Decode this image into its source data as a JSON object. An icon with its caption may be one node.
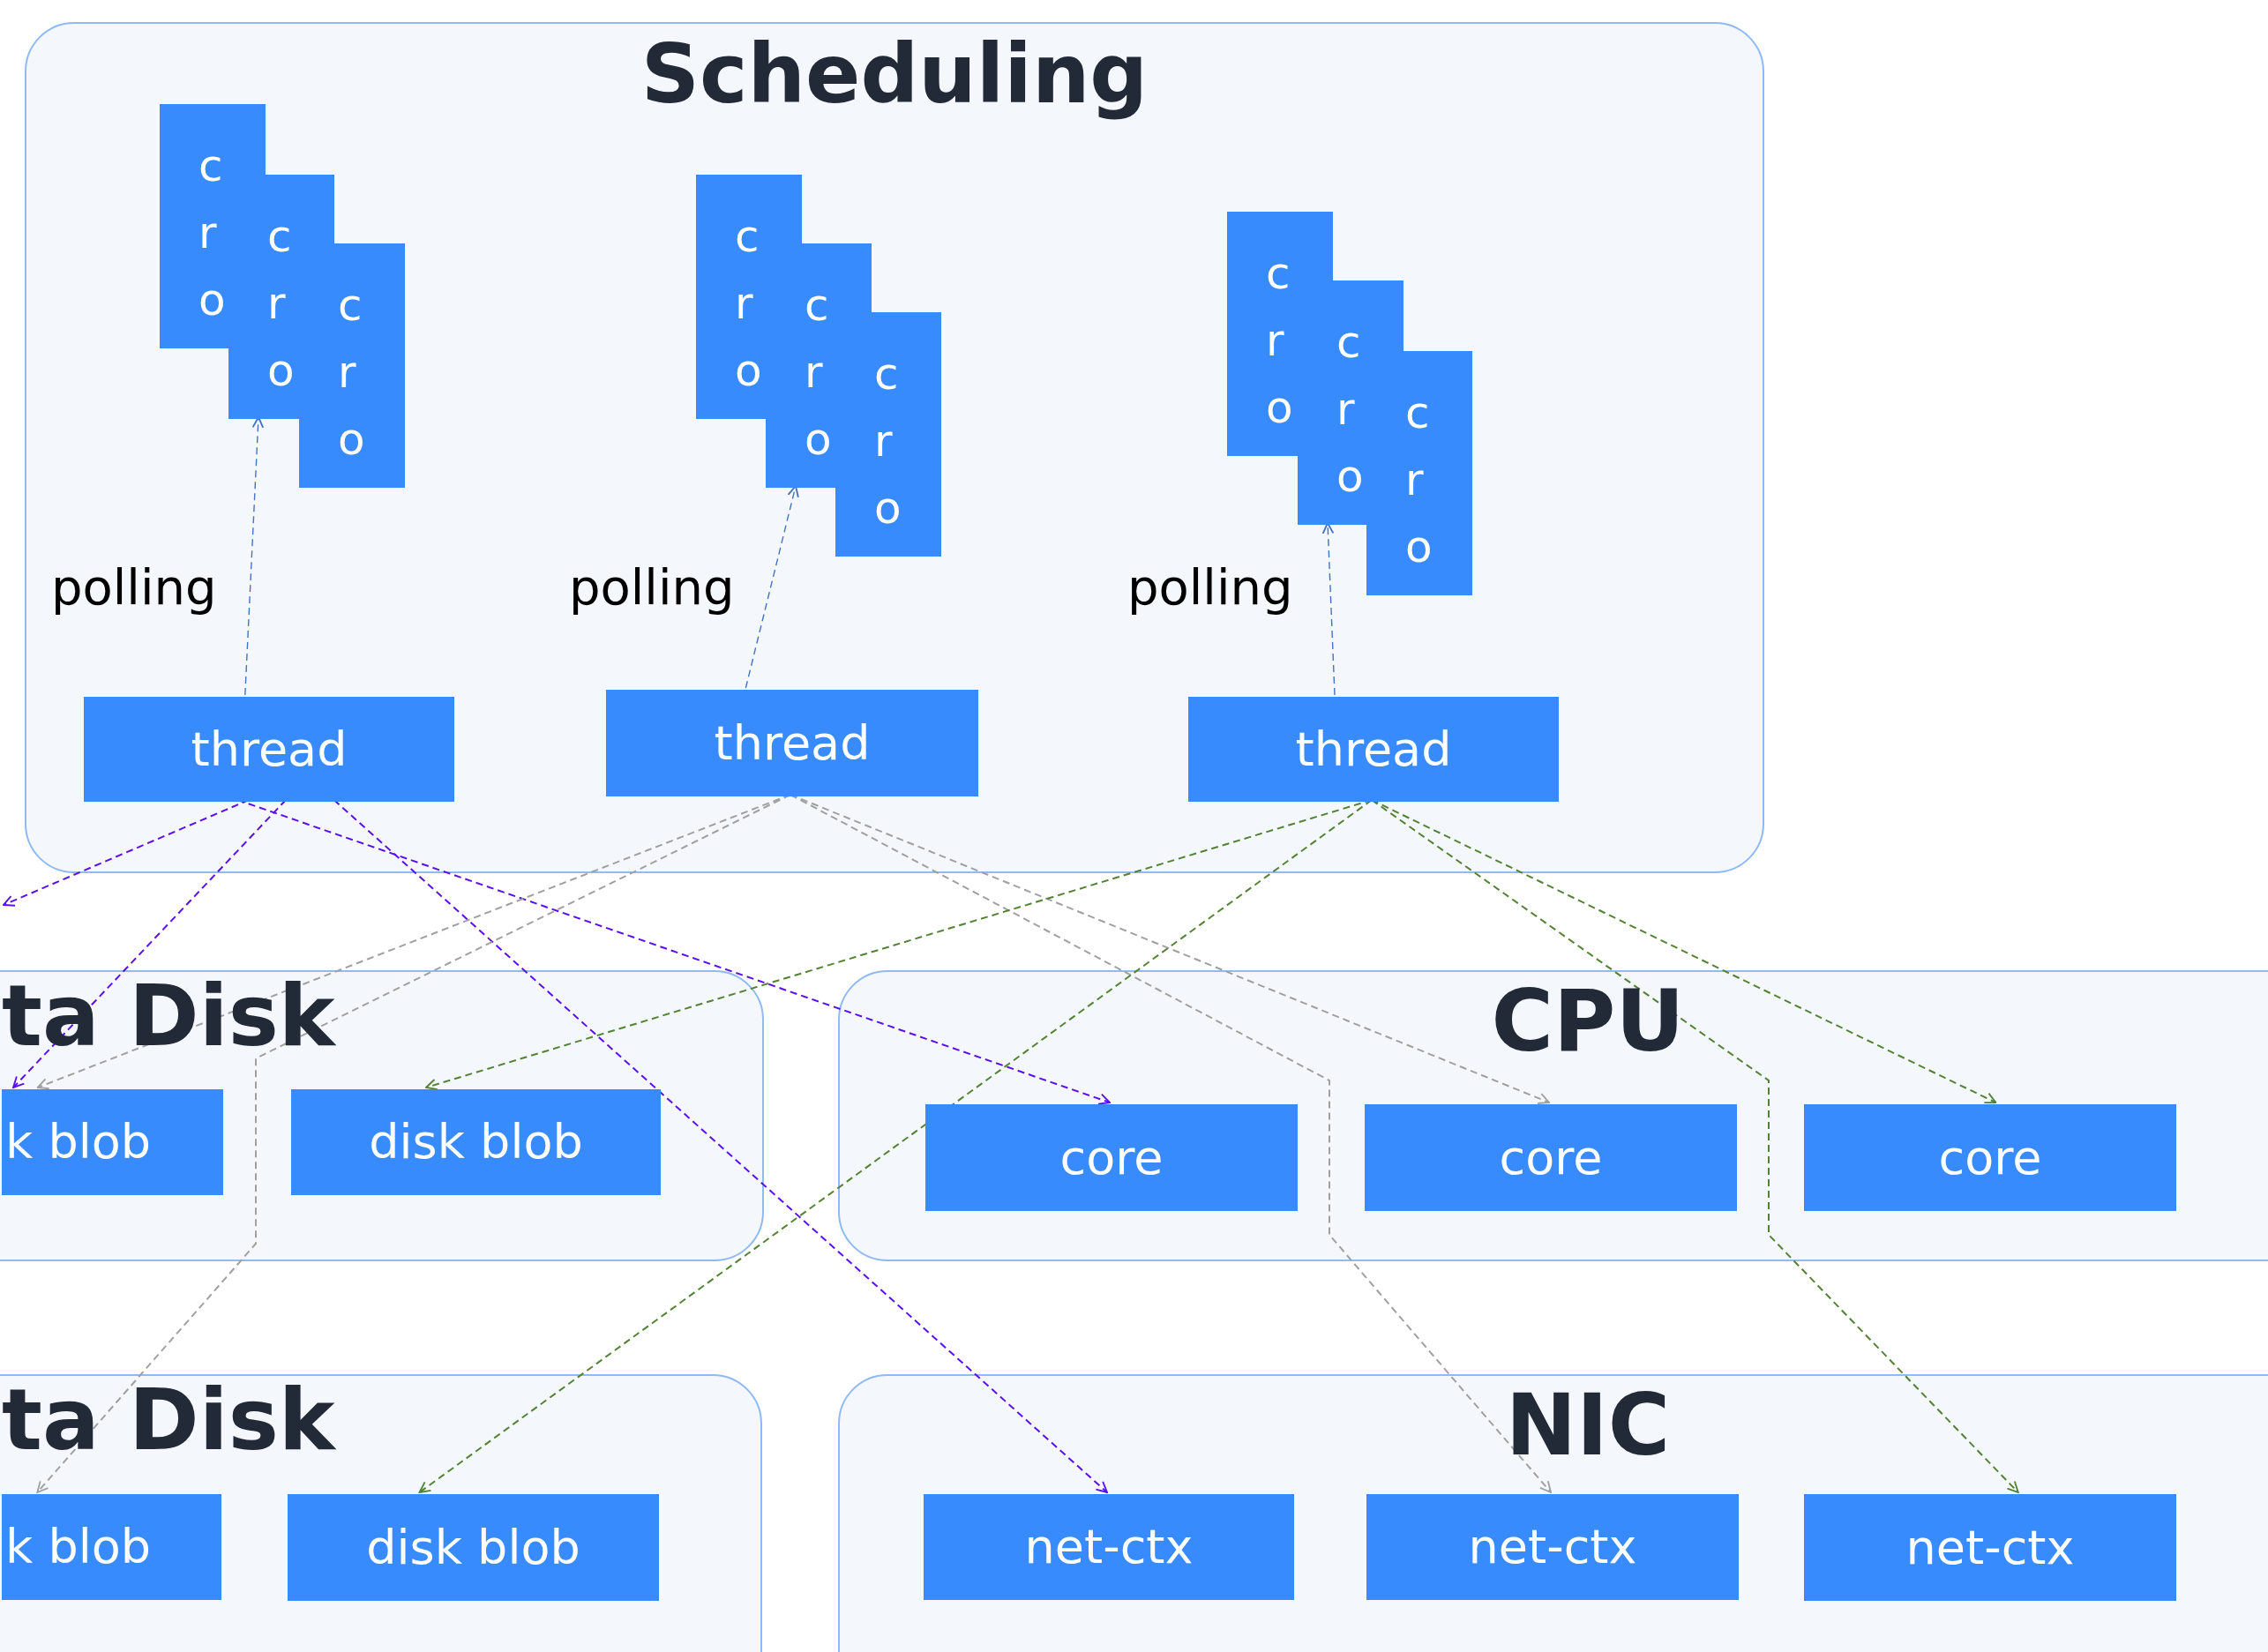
{
  "diagram": {
    "nodes": [
      {
        "text": [
          "Scheduling"
        ]
      },
      {
        "text": [
          "cro"
        ],
        "in": 0
      },
      {
        "text": [
          "cro"
        ],
        "in": 0
      },
      {
        "text": [
          "cro"
        ],
        "in": 0
      },
      {
        "text": [
          "cro"
        ],
        "in": 0
      },
      {
        "text": [
          "cro"
        ],
        "in": 0
      },
      {
        "text": [
          "cro"
        ],
        "in": 0
      },
      {
        "text": [
          "cro"
        ],
        "in": 0
      },
      {
        "text": [
          "cro"
        ],
        "in": 0
      },
      {
        "text": [
          "cro"
        ],
        "in": 0
      },
      {
        "text": [
          "thread"
        ],
        "in": 0
      },
      {
        "text": [
          "thread"
        ],
        "in": 0
      },
      {
        "text": [
          "thread"
        ],
        "in": 0
      },
      {
        "text": [
          "ta Disk"
        ]
      },
      {
        "text": [
          "k blob"
        ],
        "in": 13
      },
      {
        "text": [
          "disk blob"
        ],
        "in": 13
      },
      {
        "text": [
          "CPU"
        ]
      },
      {
        "text": [
          "core"
        ],
        "in": 16
      },
      {
        "text": [
          "core"
        ],
        "in": 16
      },
      {
        "text": [
          "core"
        ],
        "in": 16
      },
      {
        "text": [
          "ta Disk"
        ]
      },
      {
        "text": [
          "k blob"
        ],
        "in": 20
      },
      {
        "text": [
          "disk blob"
        ],
        "in": 20
      },
      {
        "text": [
          "NIC"
        ]
      },
      {
        "text": [
          "net-ctx"
        ],
        "in": 23
      },
      {
        "text": [
          "net-ctx"
        ],
        "in": 23
      },
      {
        "text": [
          "net-ctx"
        ],
        "in": 23
      }
    ],
    "edges": [
      {
        "from": 10,
        "to": 2,
        "arrow": "to",
        "style": "dashed",
        "color": "#4472c4"
      },
      {
        "from": 11,
        "to": 5,
        "arrow": "to",
        "style": "dashed",
        "color": "#4472c4"
      },
      {
        "from": 12,
        "to": 8,
        "arrow": "to",
        "style": "dashed",
        "color": "#4472c4"
      },
      {
        "from": 10,
        "to": null,
        "arrow": "to",
        "style": "dashed",
        "color": "#5b0ff0"
      },
      {
        "from": 10,
        "to": 14,
        "arrow": "to",
        "style": "dashed",
        "color": "#5b0ff0"
      },
      {
        "from": 10,
        "to": 17,
        "arrow": "to",
        "style": "dashed",
        "color": "#5b0ff0"
      },
      {
        "from": 10,
        "to": 24,
        "arrow": "to",
        "style": "dashed",
        "color": "#5b0ff0"
      },
      {
        "from": 11,
        "to": 14,
        "arrow": "to",
        "style": "dashed",
        "color": "#a0a0a0"
      },
      {
        "from": 11,
        "to": 21,
        "arrow": "to",
        "style": "dashed",
        "color": "#a0a0a0"
      },
      {
        "from": 11,
        "to": 18,
        "arrow": "to",
        "style": "dashed",
        "color": "#a0a0a0"
      },
      {
        "from": 11,
        "to": 25,
        "arrow": "to",
        "style": "dashed",
        "color": "#a0a0a0"
      },
      {
        "from": 12,
        "to": 15,
        "arrow": "to",
        "style": "dashed",
        "color": "#548235"
      },
      {
        "from": 12,
        "to": 22,
        "arrow": "to",
        "style": "dashed",
        "color": "#548235"
      },
      {
        "from": 12,
        "to": 19,
        "arrow": "to",
        "style": "dashed",
        "color": "#548235"
      },
      {
        "from": 12,
        "to": 26,
        "arrow": "to",
        "style": "dashed",
        "color": "#548235"
      }
    ],
    "labels": [
      "polling",
      "polling",
      "polling"
    ]
  }
}
